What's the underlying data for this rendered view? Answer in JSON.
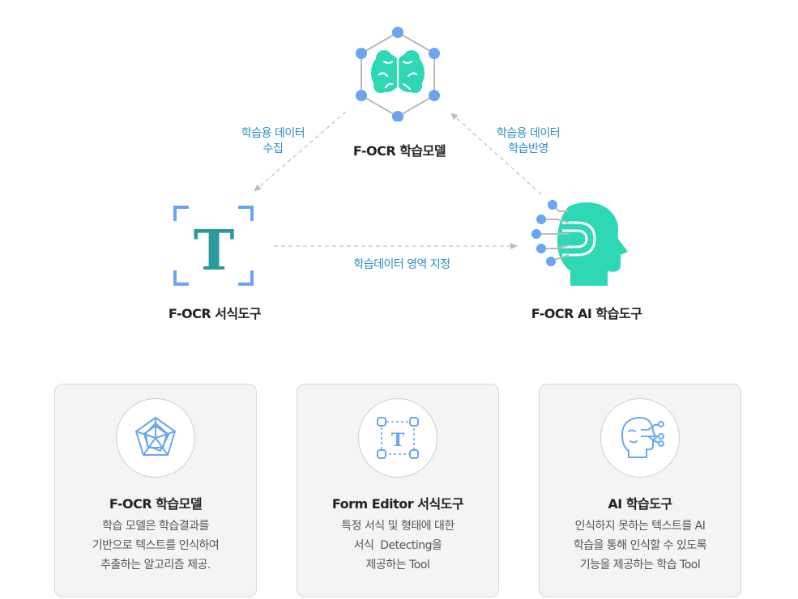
{
  "diagram": {
    "nodes": {
      "model": {
        "label": "F-OCR 학습모델",
        "icon": "brain-network-icon"
      },
      "format_tool": {
        "label": "F-OCR 서식도구",
        "icon": "text-frame-icon"
      },
      "ai_tool": {
        "label": "F-OCR AI 학습도구",
        "icon": "ai-head-icon"
      }
    },
    "edges": {
      "collect": {
        "line1": "학습용 데이터",
        "line2": "수집"
      },
      "reflect": {
        "line1": "학습용 데이터",
        "line2": "학습반영"
      },
      "region": {
        "label": "학습데이터 영역 지정"
      }
    }
  },
  "cards": [
    {
      "title": "F-OCR 학습모델",
      "icon": "radar-chart-icon",
      "lines": [
        "학습 모델은 학습결과를",
        "기반으로 텍스트를 인식하여",
        "추출하는 알고리즘 제공."
      ]
    },
    {
      "title": "Form Editor 서식도구",
      "icon": "text-select-icon",
      "lines": [
        "특정 서식 및 형태에 대한",
        "서식  Detecting을",
        "제공하는 Tool"
      ]
    },
    {
      "title": "AI 학습도구",
      "icon": "ai-face-icon",
      "lines": [
        "인식하지 못하는 텍스트를 AI",
        "학습을 통해 인식할 수 있도록",
        "기능을 제공하는 학습 Tool"
      ]
    }
  ],
  "colors": {
    "accent_blue": "#6aa6f0",
    "teal": "#2fd8b4",
    "text_teal": "#2a9a9a",
    "label_blue": "#2a8fc8",
    "dash": "#bbbbbb"
  }
}
